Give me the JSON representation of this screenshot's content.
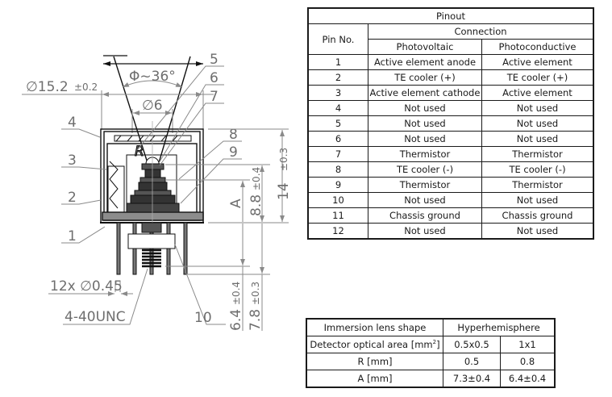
{
  "drawing": {
    "fov_label": "Φ~36°",
    "outer_diameter": {
      "value": "∅15.2",
      "tolerance": "±0.2"
    },
    "window_diameter": "∅6",
    "pin_diameter": "12x ∅0.45",
    "thread": "4-40UNC",
    "height_total": {
      "value": "14",
      "tolerance": "±0.3"
    },
    "height_8_8": {
      "value": "8.8",
      "tolerance": "±0.4"
    },
    "height_A": "A",
    "lead_6_4": {
      "value": "6.4",
      "tolerance": "±0.4"
    },
    "lead_7_8": {
      "value": "7.8",
      "tolerance": "±0.3"
    },
    "radius_label": "R",
    "callouts": [
      "1",
      "2",
      "3",
      "4",
      "5",
      "6",
      "7",
      "8",
      "9",
      "10"
    ]
  },
  "pinout": {
    "title": "Pinout",
    "pin_header": "Pin No.",
    "connection_header": "Connection",
    "columns": [
      "Photovoltaic",
      "Photoconductive"
    ],
    "rows": [
      {
        "pin": "1",
        "pv": "Active element anode",
        "pc": "Active element"
      },
      {
        "pin": "2",
        "pv": "TE cooler (+)",
        "pc": "TE cooler (+)"
      },
      {
        "pin": "3",
        "pv": "Active element cathode",
        "pc": "Active element"
      },
      {
        "pin": "4",
        "pv": "Not used",
        "pc": "Not used"
      },
      {
        "pin": "5",
        "pv": "Not used",
        "pc": "Not used"
      },
      {
        "pin": "6",
        "pv": "Not used",
        "pc": "Not used"
      },
      {
        "pin": "7",
        "pv": "Thermistor",
        "pc": "Thermistor"
      },
      {
        "pin": "8",
        "pv": "TE cooler (-)",
        "pc": "TE cooler (-)"
      },
      {
        "pin": "9",
        "pv": "Thermistor",
        "pc": "Thermistor"
      },
      {
        "pin": "10",
        "pv": "Not used",
        "pc": "Not used"
      },
      {
        "pin": "11",
        "pv": "Chassis ground",
        "pc": "Chassis ground"
      },
      {
        "pin": "12",
        "pv": "Not used",
        "pc": "Not used"
      }
    ]
  },
  "lens": {
    "shape_label": "Immersion lens shape",
    "shape_value": "Hyperhemisphere",
    "area_label": "Detector optical area [mm",
    "area_sup": "2",
    "area_suffix": "]",
    "area_values": [
      "0.5x0.5",
      "1x1"
    ],
    "r_label": "R [mm]",
    "r_values": [
      "0.5",
      "0.8"
    ],
    "a_label": "A [mm]",
    "a_values": [
      "7.3±0.4",
      "6.4±0.4"
    ]
  }
}
